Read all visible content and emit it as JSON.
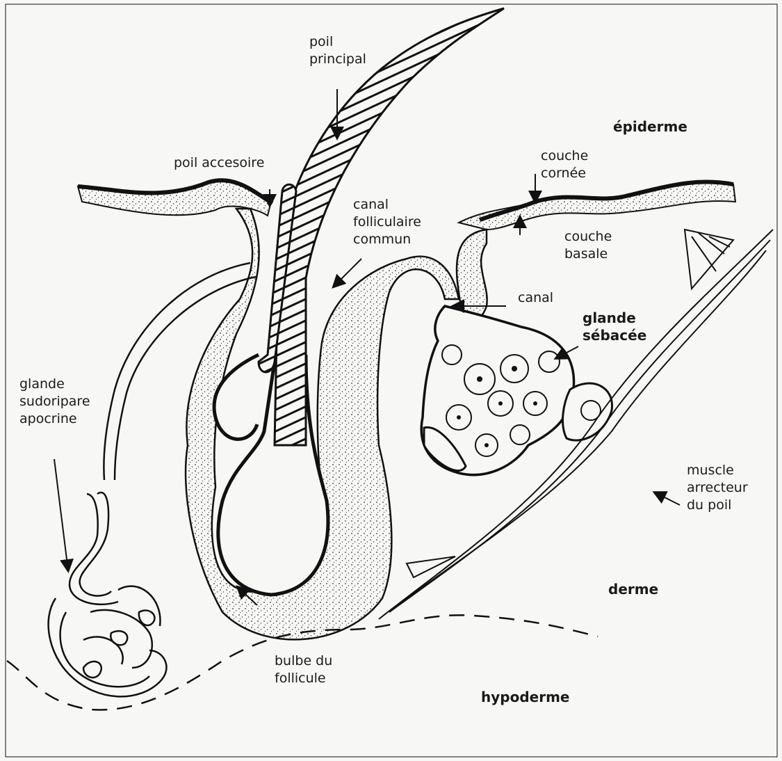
{
  "labels": {
    "poil_principal": "poil\nprincipal",
    "poil_accesoire": "poil accesoire",
    "epiderme": "épiderme",
    "couche_cornee": "couche\ncornée",
    "couche_basale": "couche\nbasale",
    "canal_folliculaire": "canal\nfolliculaire\ncommun",
    "canal": "canal",
    "glande_sebacee": "glande\nsébacée",
    "glande_sudoripare": "glande\nsudoripare\napocrine",
    "muscle": "muscle\narrecteur\ndu poil",
    "derme": "derme",
    "bulbe": "bulbe du\nfollicule",
    "hypoderme": "hypoderme"
  },
  "colors": {
    "ink": "#111111",
    "paper": "#f7f7f5",
    "stipple": "#333333"
  }
}
